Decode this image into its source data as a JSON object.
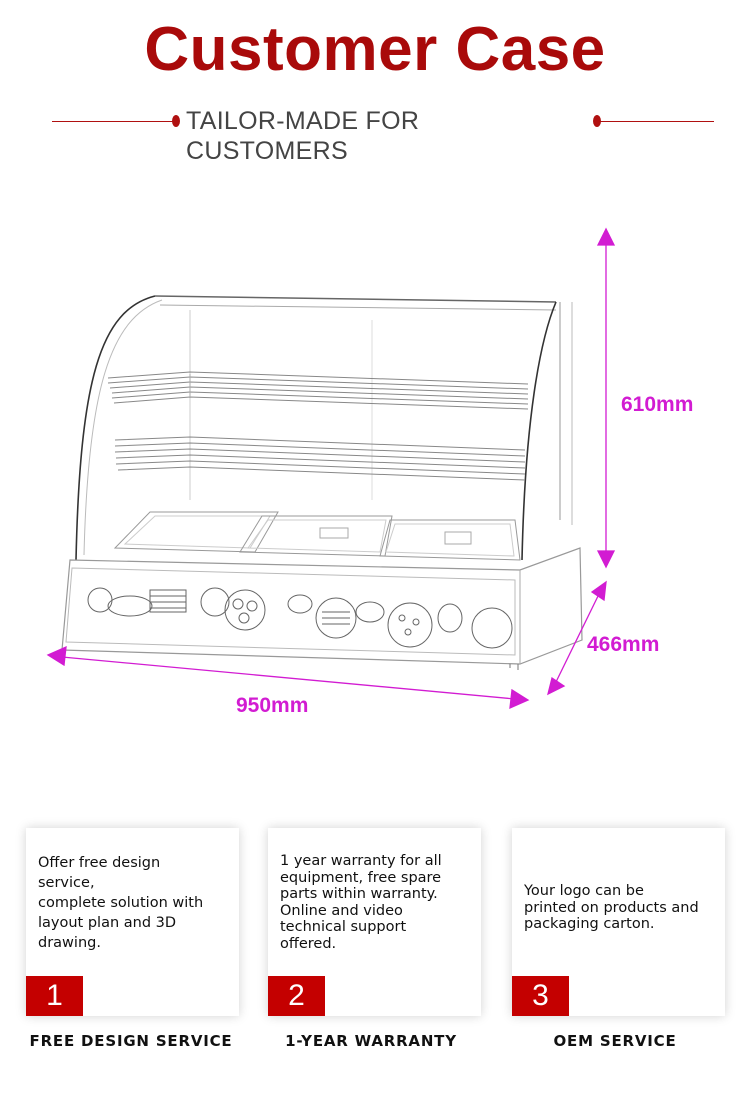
{
  "header": {
    "title": "Customer Case",
    "subtitle": "TAILOR-MADE FOR CUSTOMERS",
    "accent_color": "#a90a0a"
  },
  "product": {
    "description": "Curved glass food warmer display case with two wire shelves and three food pans",
    "dimensions": {
      "height": "610mm",
      "depth": "466mm",
      "width": "950mm"
    },
    "dimension_color": "#d21cd2"
  },
  "services": [
    {
      "number": "1",
      "text_lines": [
        "Offer free design",
        "service,",
        "complete solution with",
        "layout plan and 3D",
        "drawing."
      ],
      "label": "FREE DESIGN SERVICE"
    },
    {
      "number": "2",
      "text_lines": [
        "1 year warranty for all",
        "equipment, free spare",
        "parts within warranty.",
        "Online and video",
        "technical support",
        "offered."
      ],
      "label": "1-YEAR WARRANTY"
    },
    {
      "number": "3",
      "text_lines": [
        "Your logo can be",
        "printed on products and",
        "packaging carton."
      ],
      "label": "OEM SERVICE"
    }
  ],
  "badge_color": "#c40000"
}
